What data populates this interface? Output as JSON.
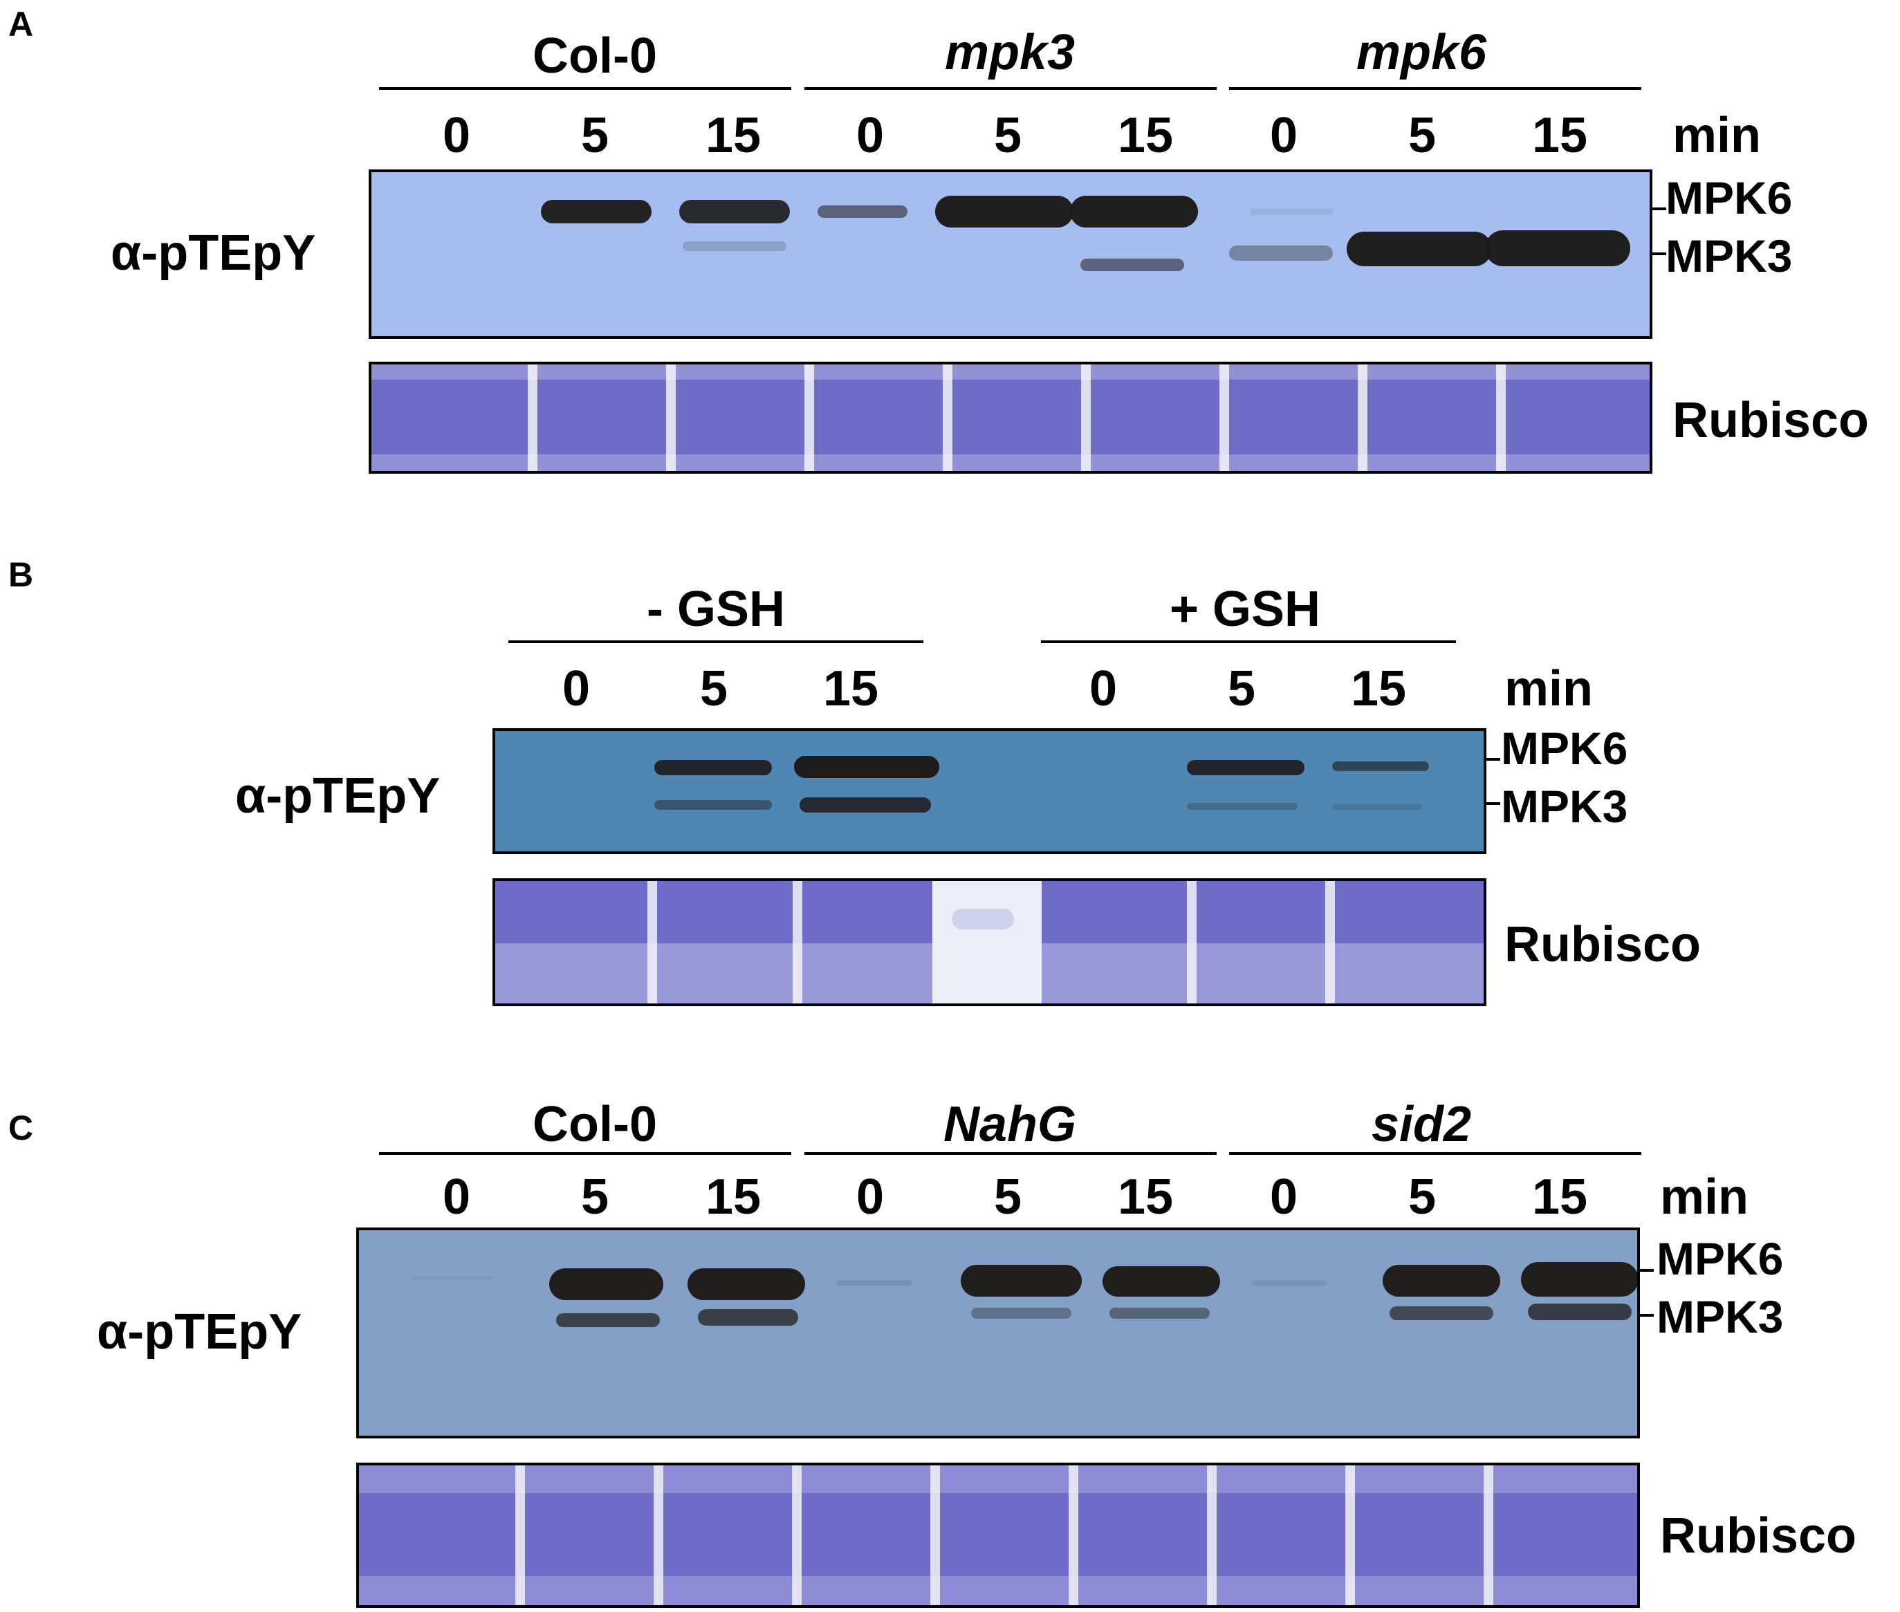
{
  "panels": {
    "A": {
      "letter": "A",
      "groups": [
        "Col-0",
        "mpk3",
        "mpk6"
      ],
      "times": [
        "0",
        "5",
        "15",
        "0",
        "5",
        "15",
        "0",
        "5",
        "15"
      ],
      "unit": "min",
      "antibody": "α-pTEpY",
      "bands": [
        "MPK6",
        "MPK3"
      ],
      "loading": "Rubisco"
    },
    "B": {
      "letter": "B",
      "groups": [
        "- GSH",
        "+ GSH"
      ],
      "times": [
        "0",
        "5",
        "15",
        "0",
        "5",
        "15"
      ],
      "unit": "min",
      "antibody": "α-pTEpY",
      "bands": [
        "MPK6",
        "MPK3"
      ],
      "loading": "Rubisco"
    },
    "C": {
      "letter": "C",
      "groups": [
        "Col-0",
        "NahG",
        "sid2"
      ],
      "times": [
        "0",
        "5",
        "15",
        "0",
        "5",
        "15",
        "0",
        "5",
        "15"
      ],
      "unit": "min",
      "antibody": "α-pTEpY",
      "bands": [
        "MPK6",
        "MPK3"
      ],
      "loading": "Rubisco"
    }
  },
  "colors": {
    "blot_A": "#a6bdf0",
    "blot_B": "#4f86b2",
    "blot_C": "#85a0c6",
    "rubisco": "#6e6cc8",
    "band": "#1c1a18"
  }
}
